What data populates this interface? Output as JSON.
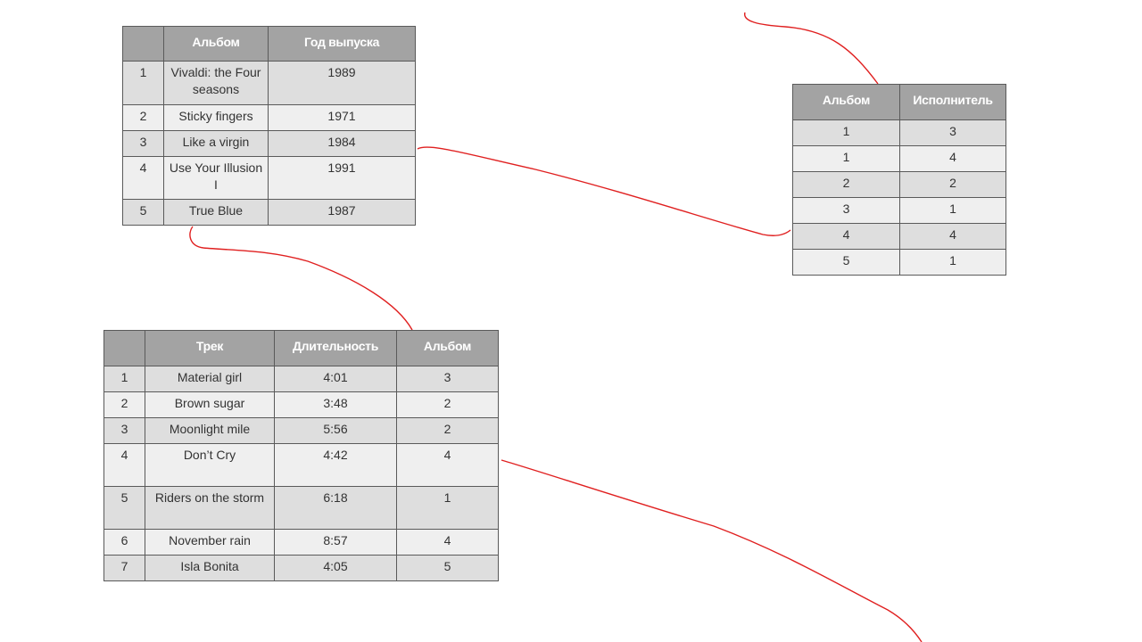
{
  "colors": {
    "header_bg": "#a3a3a3",
    "row_odd": "#dedede",
    "row_even": "#efefef",
    "connector": "#e02020"
  },
  "albums": {
    "headers": [
      "",
      "Альбом",
      "Год выпуска"
    ],
    "rows": [
      [
        "1",
        "Vivaldi: the Four seasons",
        "1989"
      ],
      [
        "2",
        "Sticky fingers",
        "1971"
      ],
      [
        "3",
        "Like a virgin",
        "1984"
      ],
      [
        "4",
        "Use Your Illusion I",
        "1991"
      ],
      [
        "5",
        "True Blue",
        "1987"
      ]
    ]
  },
  "album_artist": {
    "headers": [
      "Альбом",
      "Исполнитель"
    ],
    "rows": [
      [
        "1",
        "3"
      ],
      [
        "1",
        "4"
      ],
      [
        "2",
        "2"
      ],
      [
        "3",
        "1"
      ],
      [
        "4",
        "4"
      ],
      [
        "5",
        "1"
      ]
    ]
  },
  "tracks": {
    "headers": [
      "",
      "Трек",
      "Длительность",
      "Альбом"
    ],
    "rows": [
      [
        "1",
        "Material girl",
        "4:01",
        "3"
      ],
      [
        "2",
        "Brown sugar",
        "3:48",
        "2"
      ],
      [
        "3",
        "Moonlight mile",
        "5:56",
        "2"
      ],
      [
        "4",
        "Don’t Cry",
        "4:42",
        "4"
      ],
      [
        "5",
        "Riders on the storm",
        "6:18",
        "1"
      ],
      [
        "6",
        "November rain",
        "8:57",
        "4"
      ],
      [
        "7",
        "Isla Bonita",
        "4:05",
        "5"
      ]
    ]
  }
}
